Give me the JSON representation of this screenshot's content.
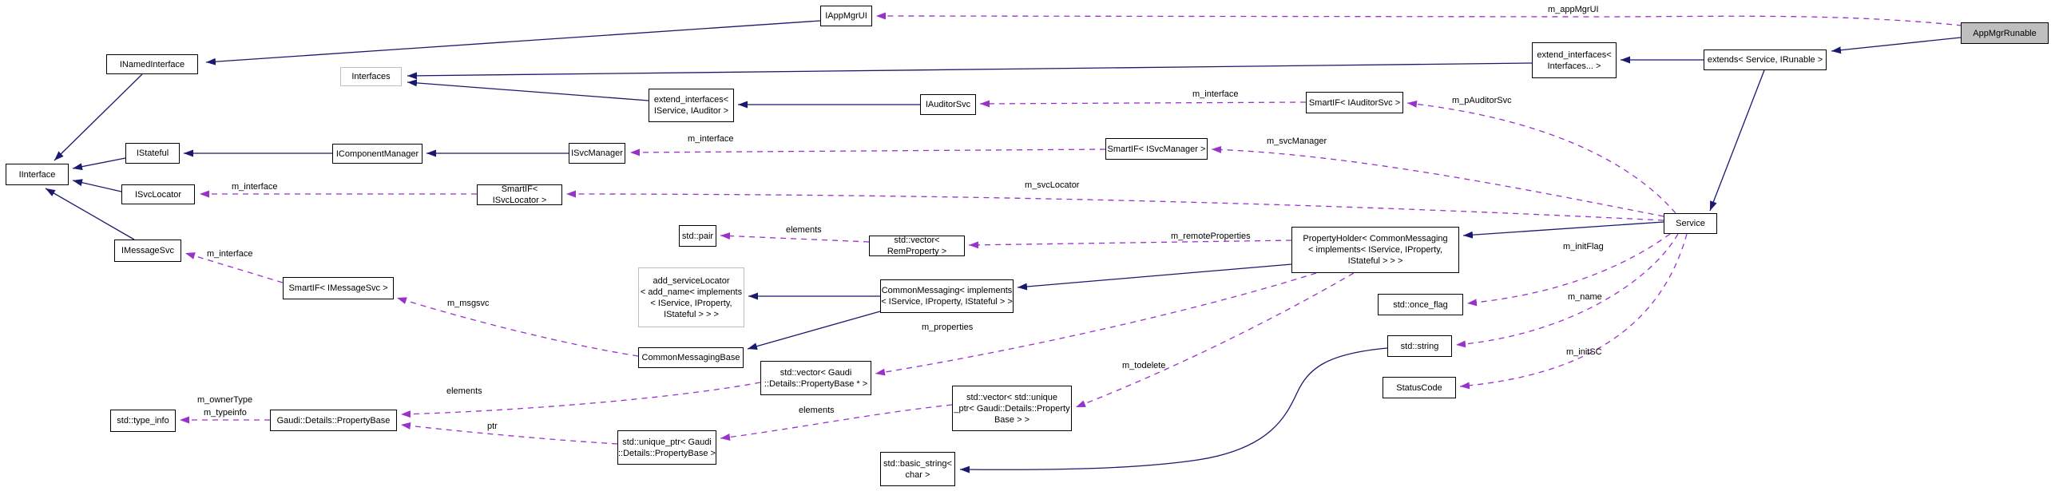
{
  "diagram": {
    "type": "doxygen-collaboration-graph",
    "highlighted_node": "AppMgrRunable",
    "colors": {
      "background": "#ffffff",
      "inheritance_edge": "#191970",
      "usage_edge": "#9932cc",
      "node_border": "#000000",
      "template_node_border": "#bdbdbd",
      "highlight_fill": "#bfbfbf",
      "text": "#000000"
    },
    "nodes": [
      {
        "id": "IAppMgrUI",
        "label": "IAppMgrUI"
      },
      {
        "id": "AppMgrRunable",
        "label": "AppMgrRunable"
      },
      {
        "id": "INamedInterface",
        "label": "INamedInterface"
      },
      {
        "id": "Interfaces",
        "label": "Interfaces"
      },
      {
        "id": "extend_interfaces_IService_IAuditor",
        "label": "extend_interfaces<\nIService, IAuditor >"
      },
      {
        "id": "IAuditorSvc",
        "label": "IAuditorSvc"
      },
      {
        "id": "SmartIF_IAuditorSvc",
        "label": "SmartIF< IAuditorSvc >"
      },
      {
        "id": "extend_interfaces_Interfaces",
        "label": "extend_interfaces<\nInterfaces... >"
      },
      {
        "id": "extends_Service_IRunable",
        "label": "extends< Service, IRunable >"
      },
      {
        "id": "IInterface",
        "label": "IInterface"
      },
      {
        "id": "IStateful",
        "label": "IStateful"
      },
      {
        "id": "IComponentManager",
        "label": "IComponentManager"
      },
      {
        "id": "ISvcManager",
        "label": "ISvcManager"
      },
      {
        "id": "SmartIF_ISvcManager",
        "label": "SmartIF< ISvcManager >"
      },
      {
        "id": "ISvcLocator",
        "label": "ISvcLocator"
      },
      {
        "id": "SmartIF_ISvcLocator",
        "label": "SmartIF< ISvcLocator >"
      },
      {
        "id": "Service",
        "label": "Service"
      },
      {
        "id": "IMessageSvc",
        "label": "IMessageSvc"
      },
      {
        "id": "SmartIF_IMessageSvc",
        "label": "SmartIF< IMessageSvc >"
      },
      {
        "id": "std_pair",
        "label": "std::pair"
      },
      {
        "id": "std_vector_RemProperty",
        "label": "std::vector< RemProperty >"
      },
      {
        "id": "PropertyHolder",
        "label": "PropertyHolder< CommonMessaging\n< implements< IService, IProperty,\nIStateful > > >"
      },
      {
        "id": "add_serviceLocator",
        "label": "add_serviceLocator\n< add_name< implements\n< IService, IProperty,\nIStateful > > >"
      },
      {
        "id": "CommonMessaging",
        "label": "CommonMessaging< implements\n< IService, IProperty, IStateful > >"
      },
      {
        "id": "CommonMessagingBase",
        "label": "CommonMessagingBase"
      },
      {
        "id": "std_once_flag",
        "label": "std::once_flag"
      },
      {
        "id": "std_string",
        "label": "std::string"
      },
      {
        "id": "StatusCode",
        "label": "StatusCode"
      },
      {
        "id": "std_vector_PropertyBase_ptr",
        "label": "std::vector< Gaudi\n::Details::PropertyBase * >"
      },
      {
        "id": "std_vector_unique_ptr",
        "label": "std::vector< std::unique\n_ptr< Gaudi::Details::Property\nBase > >"
      },
      {
        "id": "std_type_info",
        "label": "std::type_info"
      },
      {
        "id": "Gaudi_Details_PropertyBase",
        "label": "Gaudi::Details::PropertyBase"
      },
      {
        "id": "std_unique_ptr",
        "label": "std::unique_ptr< Gaudi\n::Details::PropertyBase >"
      },
      {
        "id": "std_basic_string_char",
        "label": "std::basic_string<\nchar >"
      }
    ],
    "edge_labels": [
      {
        "text": "m_appMgrUI"
      },
      {
        "text": "m_interface"
      },
      {
        "text": "m_pAuditorSvc"
      },
      {
        "text": "m_interface"
      },
      {
        "text": "m_svcManager"
      },
      {
        "text": "m_interface"
      },
      {
        "text": "m_svcLocator"
      },
      {
        "text": "elements"
      },
      {
        "text": "m_remoteProperties"
      },
      {
        "text": "m_initFlag"
      },
      {
        "text": "m_interface"
      },
      {
        "text": "m_msgsvc"
      },
      {
        "text": "m_properties"
      },
      {
        "text": "m_name"
      },
      {
        "text": "m_initSC"
      },
      {
        "text": "m_todelete"
      },
      {
        "text": "m_ownerType"
      },
      {
        "text": "m_typeinfo"
      },
      {
        "text": "elements"
      },
      {
        "text": "ptr"
      },
      {
        "text": "elements"
      }
    ]
  }
}
